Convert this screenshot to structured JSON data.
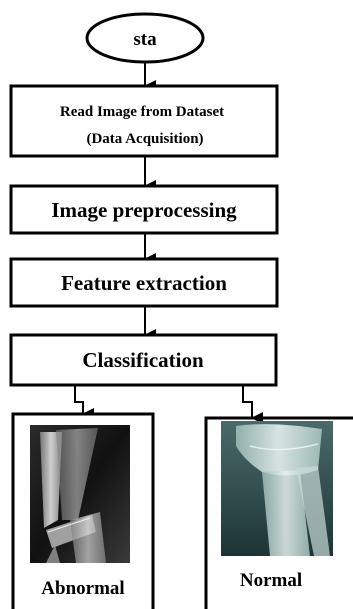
{
  "flowchart": {
    "start": "sta",
    "steps": [
      {
        "line1": "Read Image from Dataset",
        "line2": "(Data Acquisition)"
      },
      {
        "line1": "Image preprocessing"
      },
      {
        "line1": "Feature extraction"
      },
      {
        "line1": "Classification"
      }
    ],
    "outcomes": [
      {
        "label": "Abnormal",
        "image": "fractured-bone-xray"
      },
      {
        "label": "Normal",
        "image": "normal-bone-xray"
      }
    ]
  }
}
